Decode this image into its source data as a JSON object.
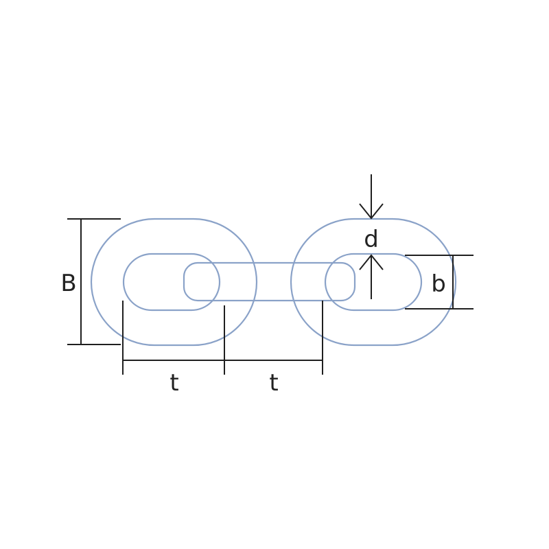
{
  "colors": {
    "background": "#ffffff",
    "link_stroke": "#8aa2c8",
    "link_fill": "#e8eef7",
    "dimension_line": "#1f1f1f",
    "label_text": "#222222"
  },
  "labels": {
    "outer_width": "B",
    "inner_width": "b",
    "wire_diameter": "d",
    "pitch_left": "t",
    "pitch_right": "t"
  }
}
